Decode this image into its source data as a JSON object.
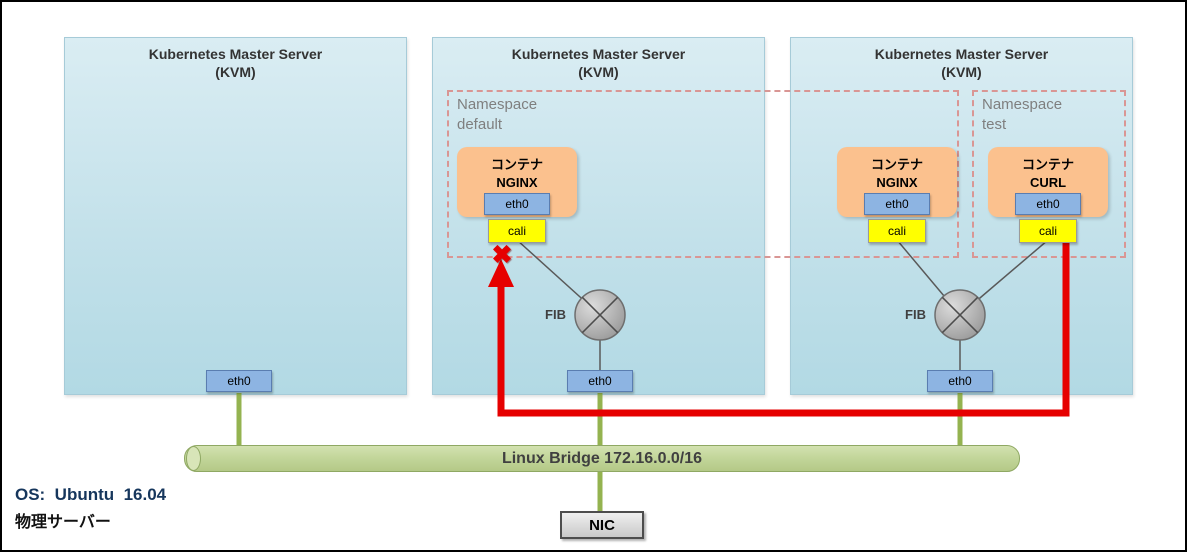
{
  "page": {
    "os_label": "OS:  Ubuntu  16.04",
    "physical_server_label": "物理サーバー"
  },
  "servers": [
    {
      "title": "Kubernetes Master Server",
      "subtitle": "(KVM)",
      "eth0_label": "eth0"
    },
    {
      "title": "Kubernetes Master Server",
      "subtitle": "(KVM)",
      "eth0_label": "eth0"
    },
    {
      "title": "Kubernetes Master Server",
      "subtitle": "(KVM)",
      "eth0_label": "eth0"
    }
  ],
  "namespaces": [
    {
      "line1": "Namespace",
      "line2": "default"
    },
    {
      "line1": "Namespace",
      "line2": "test"
    }
  ],
  "containers": [
    {
      "kind": "コンテナ",
      "name": "NGINX",
      "eth0_label": "eth0",
      "cali_label": "cali"
    },
    {
      "kind": "コンテナ",
      "name": "NGINX",
      "eth0_label": "eth0",
      "cali_label": "cali"
    },
    {
      "kind": "コンテナ",
      "name": "CURL",
      "eth0_label": "eth0",
      "cali_label": "cali"
    }
  ],
  "fib_label": "FIB",
  "bridge_label": "Linux Bridge 172.16.0.0/16",
  "nic_label": "NIC",
  "blocked_x_glyph": "✖",
  "colors": {
    "server_fill": "#c3e1ea",
    "server_border": "#a6cbd8",
    "namespace_dash": "#d99694",
    "container_fill": "#fbc18e",
    "eth0_fill": "#8db4e2",
    "cali_fill": "#ffff00",
    "bridge_fill": "#c3d69b",
    "bridge_border": "#8fa863",
    "link_green": "#94b350",
    "blocked_red": "#e60000",
    "fib_gray": "#ababab"
  }
}
